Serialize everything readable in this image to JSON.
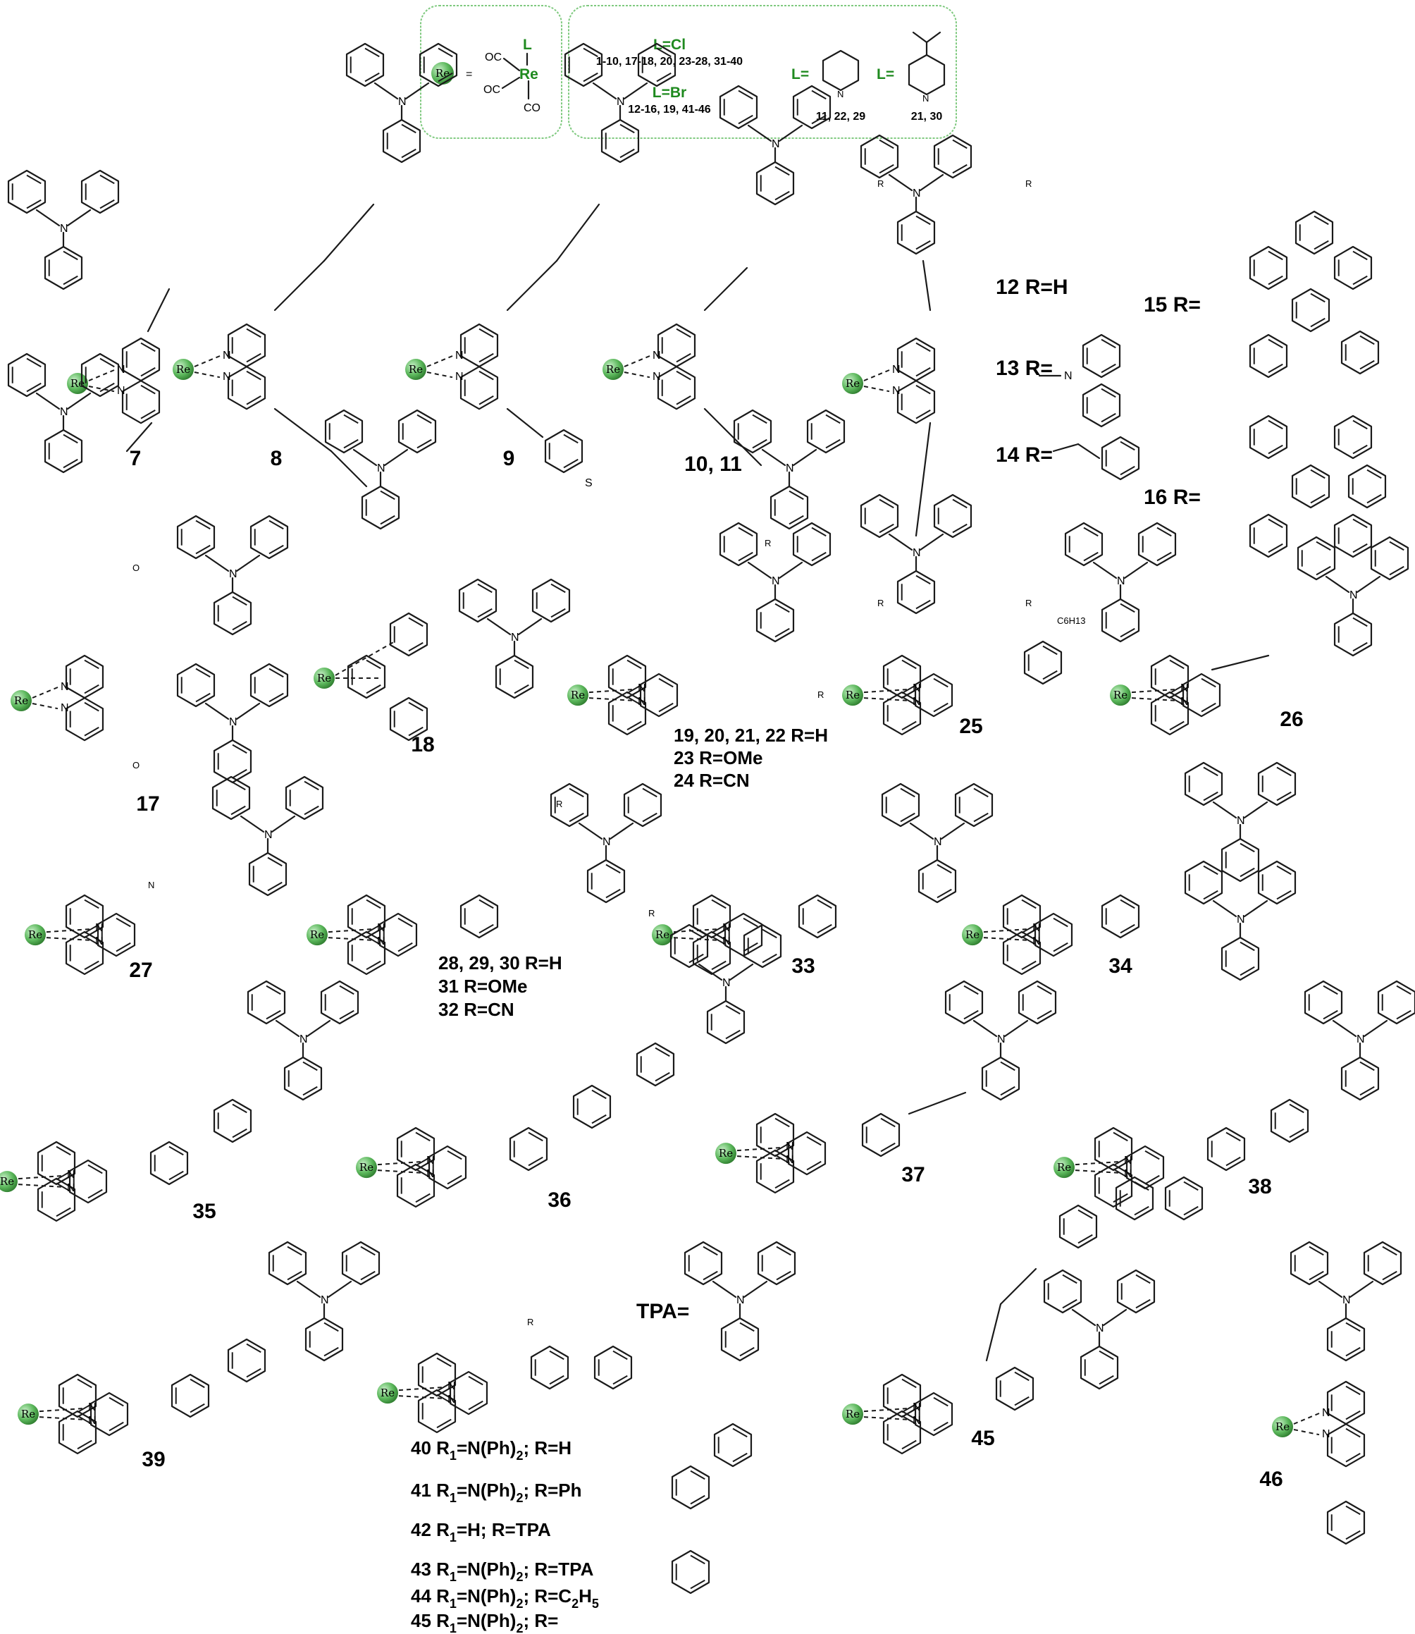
{
  "legend": {
    "re_symbol": "Re",
    "equals": "=",
    "fragment": {
      "L": "L",
      "OC_top": "OC",
      "Re": "Re",
      "OC_bottom": "OC",
      "CO": "CO"
    },
    "L_Cl": "L=Cl",
    "L_Cl_list": "1-10, 17-18, 20, 23-28, 31-40",
    "L_Br": "L=Br",
    "L_Br_list": "12-16, 19, 41-46",
    "L_eq_1": "L=",
    "L_eq_2": "L=",
    "pyridine_ids": "11, 22, 29",
    "dmap_ids": "21, 30",
    "colors": {
      "legend_green": "#1f8a1f",
      "re_ball": "#5cb85c",
      "box_border": "#7fc97f"
    }
  },
  "atoms": {
    "N": "N",
    "S": "S",
    "O": "O",
    "R": "R",
    "R1": "R",
    "sub1": "1",
    "C6H13": "C6H13"
  },
  "compounds": {
    "c7": "7",
    "c8": "8",
    "c9": "9",
    "c10": "10, 11",
    "c12": "12 R=H",
    "c13": "13 R=",
    "c14": "14 R=",
    "c15": "15 R=",
    "c16": "16 R=",
    "c17": "17",
    "c18": "18",
    "c19": "19, 20, 21, 22 R=H",
    "c23": "23 R=OMe",
    "c24": "24 R=CN",
    "c25": "25",
    "c26": "26",
    "c27": "27",
    "c28": "28, 29, 30 R=H",
    "c31": "31 R=OMe",
    "c32": "32 R=CN",
    "c33": "33",
    "c34": "34",
    "c35": "35",
    "c36": "36",
    "c37": "37",
    "c38": "38",
    "c39": "39",
    "c45b": "45",
    "c46": "46",
    "tpa": "TPA="
  },
  "series40": {
    "l40": "40 R",
    "l40b": "=N(Ph)",
    "l40c": "; R=H",
    "l41": "41 R",
    "l41b": "=N(Ph)",
    "l41c": "; R=Ph",
    "l42": "42 R",
    "l42b": "=H; R=TPA",
    "l43": "43 R",
    "l43b": "=N(Ph)",
    "l43c": "; R=TPA",
    "l44": "44 R",
    "l44b": "=N(Ph)",
    "l44c": "; R=C",
    "l44d": "H",
    "l45": "45 R",
    "l45b": "=N(Ph)",
    "l45c": ";          R="
  }
}
